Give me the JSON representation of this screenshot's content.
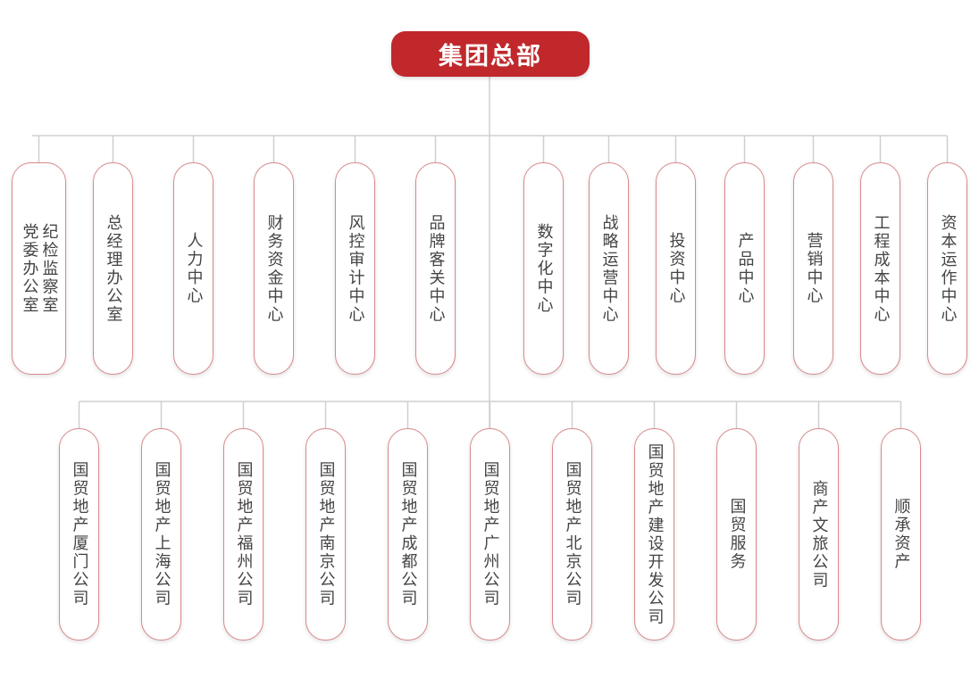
{
  "root": {
    "label": "集团总部"
  },
  "upper_row": [
    {
      "label": "纪检监察室\n党委办公室"
    },
    {
      "label": "总经理办公室"
    },
    {
      "label": "人力中心"
    },
    {
      "label": "财务资金中心"
    },
    {
      "label": "风控审计中心"
    },
    {
      "label": "品牌客关中心"
    },
    {
      "label": "数字化中心"
    },
    {
      "label": "战略运营中心"
    },
    {
      "label": "投资中心"
    },
    {
      "label": "产品中心"
    },
    {
      "label": "营销中心"
    },
    {
      "label": "工程成本中心"
    },
    {
      "label": "资本运作中心"
    }
  ],
  "lower_row": [
    {
      "label": "国贸地产厦门公司"
    },
    {
      "label": "国贸地产上海公司"
    },
    {
      "label": "国贸地产福州公司"
    },
    {
      "label": "国贸地产南京公司"
    },
    {
      "label": "国贸地产成都公司"
    },
    {
      "label": "国贸地产广州公司"
    },
    {
      "label": "国贸地产北京公司"
    },
    {
      "label": "国贸地产建设开发公司"
    },
    {
      "label": "国贸服务"
    },
    {
      "label": "商产文旅公司"
    },
    {
      "label": "顺承资产"
    }
  ],
  "colors": {
    "accent": "#c0282c",
    "node_border": "#d9898b",
    "connector": "#cfcfcf",
    "text": "#444444"
  }
}
